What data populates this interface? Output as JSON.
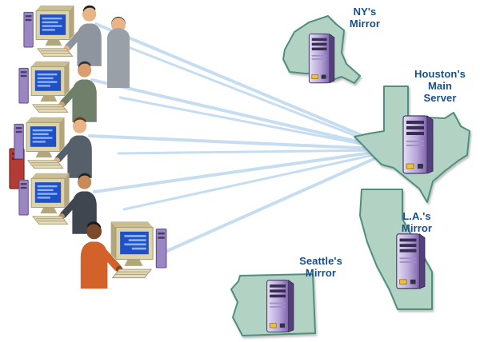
{
  "labels": {
    "ny": "NY's\nMirror",
    "houston": "Houston's\nMain\nServer",
    "la": "L.A.'s\nMirror",
    "seattle": "Seattle's\nMirror"
  },
  "nodes": [
    {
      "id": "ny-mirror",
      "label": "NY's Mirror",
      "shape_icon": "new-york-state-icon",
      "role": "mirror"
    },
    {
      "id": "houston-main",
      "label": "Houston's Main Server",
      "shape_icon": "texas-state-icon",
      "role": "main-server"
    },
    {
      "id": "la-mirror",
      "label": "L.A.'s Mirror",
      "shape_icon": "california-state-icon",
      "role": "mirror"
    },
    {
      "id": "seattle-mirror",
      "label": "Seattle's Mirror",
      "shape_icon": "washington-state-icon",
      "role": "mirror"
    }
  ],
  "connections": {
    "from": "user-workstations",
    "to": "houston-main",
    "count": 9
  },
  "icons": [
    "server-tower-icon",
    "user-workstation-icon",
    "standing-user-icon",
    "pc-tower-icon"
  ],
  "palette": {
    "label_text": "#174f8c",
    "connection_line": "#c3dcf1",
    "state_fill": "#b2d3c4",
    "state_outline": "#4f8f7f",
    "server_purple": "#7e63ab",
    "screen_blue": "#2050c8",
    "background": "#ffffff"
  }
}
